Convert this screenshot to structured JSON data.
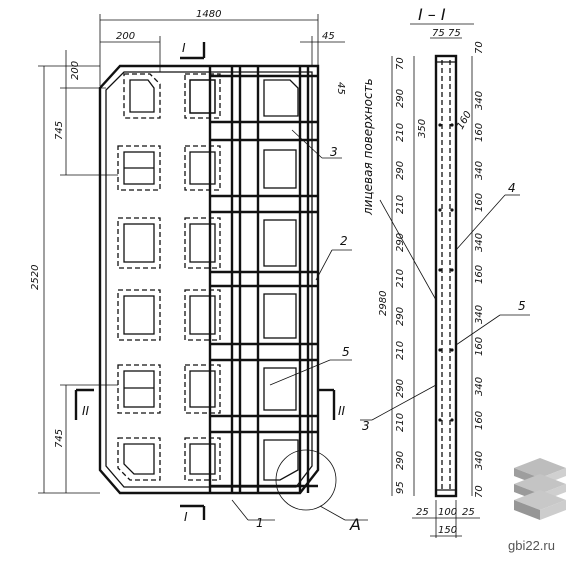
{
  "plan": {
    "overall_width": "1480",
    "overall_height": "2520",
    "dim_top_left": "200",
    "dim_top_right": "45",
    "dim_right_small": "45",
    "dim_left_200": "200",
    "dim_left_745_top": "745",
    "dim_left_745_bottom": "745",
    "section_mark_top": "I",
    "section_mark_bottom": "I",
    "section_mark_left": "II",
    "section_mark_right": "II",
    "callouts": [
      "1",
      "2",
      "3",
      "5"
    ],
    "detail_mark": "A"
  },
  "section": {
    "title": "I – I",
    "surface_label": "лицевая поверхность",
    "total_height": "2980",
    "top_dims": [
      "75",
      "75"
    ],
    "bottom_dims": [
      "25",
      "100",
      "25"
    ],
    "bottom_total": "150",
    "left_dims": [
      "70",
      "290",
      "210",
      "290",
      "210",
      "290",
      "210",
      "290",
      "210",
      "290",
      "210",
      "290",
      "95"
    ],
    "right_dims": [
      "70",
      "340",
      "160",
      "340",
      "160",
      "340",
      "160",
      "340",
      "160",
      "340",
      "160",
      "340",
      "70"
    ],
    "inner_small": [
      "350",
      "160"
    ],
    "callouts": [
      "3",
      "4",
      "5"
    ]
  },
  "watermark": "gbi22.ru"
}
